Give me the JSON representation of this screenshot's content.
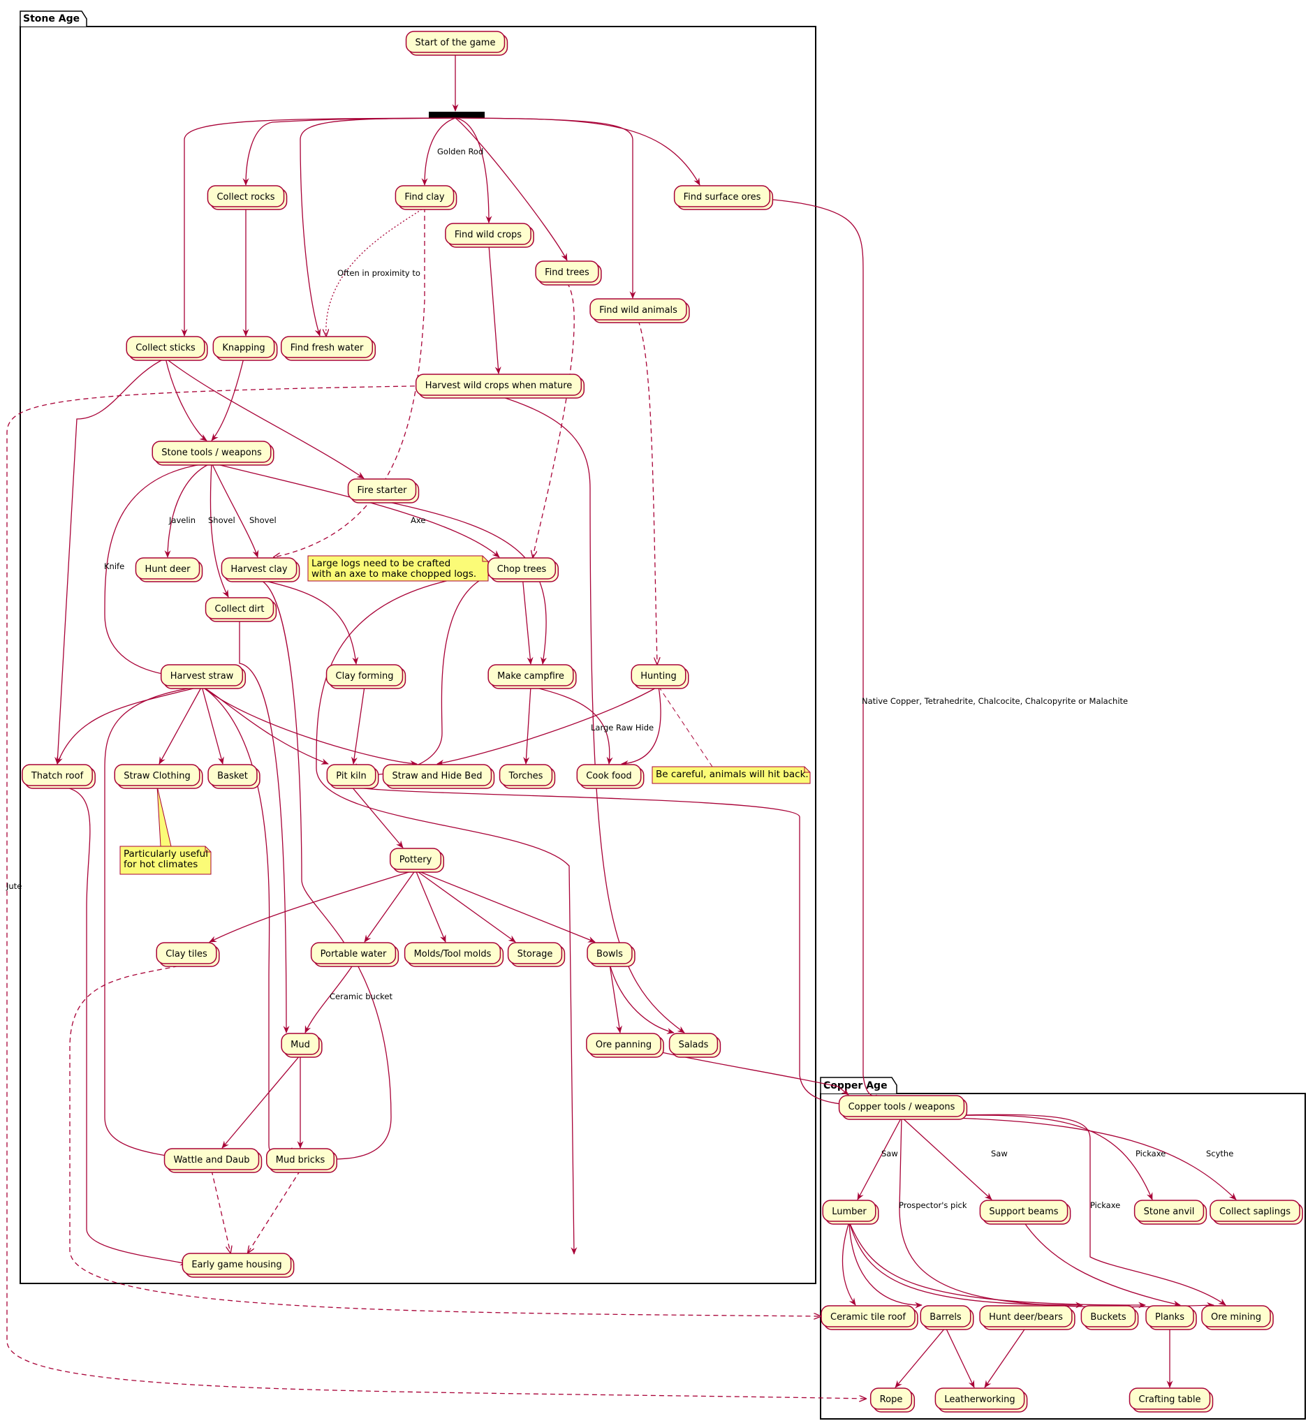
{
  "packages": [
    {
      "id": "stone",
      "title": "Stone Age"
    },
    {
      "id": "copper",
      "title": "Copper Age"
    }
  ],
  "nodes": {
    "start": "Start of the game",
    "collect_rocks": "Collect rocks",
    "find_clay": "Find clay",
    "find_wild_crops": "Find wild crops",
    "find_trees": "Find trees",
    "find_wild_animals": "Find wild animals",
    "find_surface_ores": "Find surface ores",
    "collect_sticks": "Collect sticks",
    "knapping": "Knapping",
    "find_fresh_water": "Find fresh water",
    "harvest_wild_crops": "Harvest wild crops when mature",
    "stone_tools": "Stone tools / weapons",
    "fire_starter": "Fire starter",
    "hunt_deer": "Hunt deer",
    "harvest_clay": "Harvest clay",
    "chop_trees": "Chop trees",
    "collect_dirt": "Collect dirt",
    "harvest_straw": "Harvest straw",
    "clay_forming": "Clay forming",
    "make_campfire": "Make campfire",
    "hunting": "Hunting",
    "thatch_roof": "Thatch roof",
    "straw_clothing": "Straw Clothing",
    "basket": "Basket",
    "pit_kiln": "Pit kiln",
    "straw_hide_bed": "Straw and Hide Bed",
    "torches": "Torches",
    "cook_food": "Cook food",
    "pottery": "Pottery",
    "clay_tiles": "Clay tiles",
    "portable_water": "Portable water",
    "molds": "Molds/Tool molds",
    "storage": "Storage",
    "bowls": "Bowls",
    "mud": "Mud",
    "ore_panning": "Ore panning",
    "salads": "Salads",
    "wattle_daub": "Wattle and Daub",
    "mud_bricks": "Mud bricks",
    "early_housing": "Early game housing",
    "copper_tools": "Copper tools / weapons",
    "lumber": "Lumber",
    "support_beams": "Support beams",
    "stone_anvil": "Stone anvil",
    "collect_saplings": "Collect saplings",
    "ceramic_roof": "Ceramic tile roof",
    "barrels": "Barrels",
    "hunt_deer_bears": "Hunt deer/bears",
    "buckets": "Buckets",
    "planks": "Planks",
    "ore_mining": "Ore mining",
    "rope": "Rope",
    "leatherworking": "Leatherworking",
    "crafting_table": "Crafting table"
  },
  "edge_labels": {
    "golden_rod": "Golden Rod",
    "proximity": "Often in proximity to",
    "javelin": "Javelin",
    "shovel_dirt": "Shovel",
    "shovel_clay": "Shovel",
    "axe": "Axe",
    "knife": "Knife",
    "large_raw_hide": "Large Raw Hide",
    "ceramic_bucket": "Ceramic bucket",
    "native_copper": "Native Copper, Tetrahedrite, Chalcocite, Chalcopyrite or Malachite",
    "jute": "Jute",
    "saw_lumber": "Saw",
    "saw_beams": "Saw",
    "prospector": "Prospector's pick",
    "pickaxe_mining": "Pickaxe",
    "pickaxe_anvil": "Pickaxe",
    "scythe": "Scythe"
  },
  "notes": {
    "large_logs": [
      "Large logs need to be crafted",
      "with an axe to make chopped logs."
    ],
    "careful": [
      "Be careful, animals will hit back."
    ],
    "hot_climates": [
      "Particularly useful",
      "for hot climates"
    ]
  },
  "colors": {
    "node_fill": "#FEFECE",
    "border": "#A80036",
    "note_fill": "#FBFB77"
  }
}
